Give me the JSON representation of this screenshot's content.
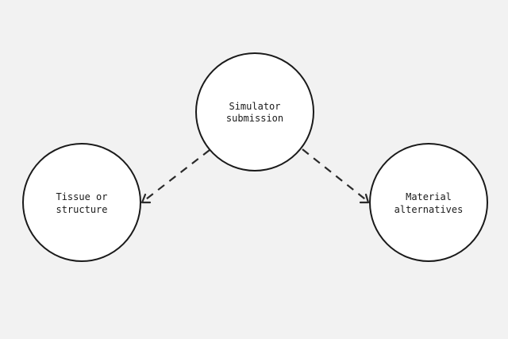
{
  "colors": {
    "background": "#f2f2f2",
    "node_fill": "#ffffff",
    "stroke": "#1a1a1a"
  },
  "nodes": [
    {
      "id": "simulator",
      "lines": [
        "Simulator",
        "submission"
      ]
    },
    {
      "id": "tissue",
      "lines": [
        "Tissue or",
        "structure"
      ]
    },
    {
      "id": "material",
      "lines": [
        "Material",
        "alternatives"
      ]
    }
  ],
  "edges": [
    {
      "from": "simulator",
      "to": "tissue",
      "style": "dashed-arrow"
    },
    {
      "from": "simulator",
      "to": "material",
      "style": "dashed-arrow"
    }
  ]
}
